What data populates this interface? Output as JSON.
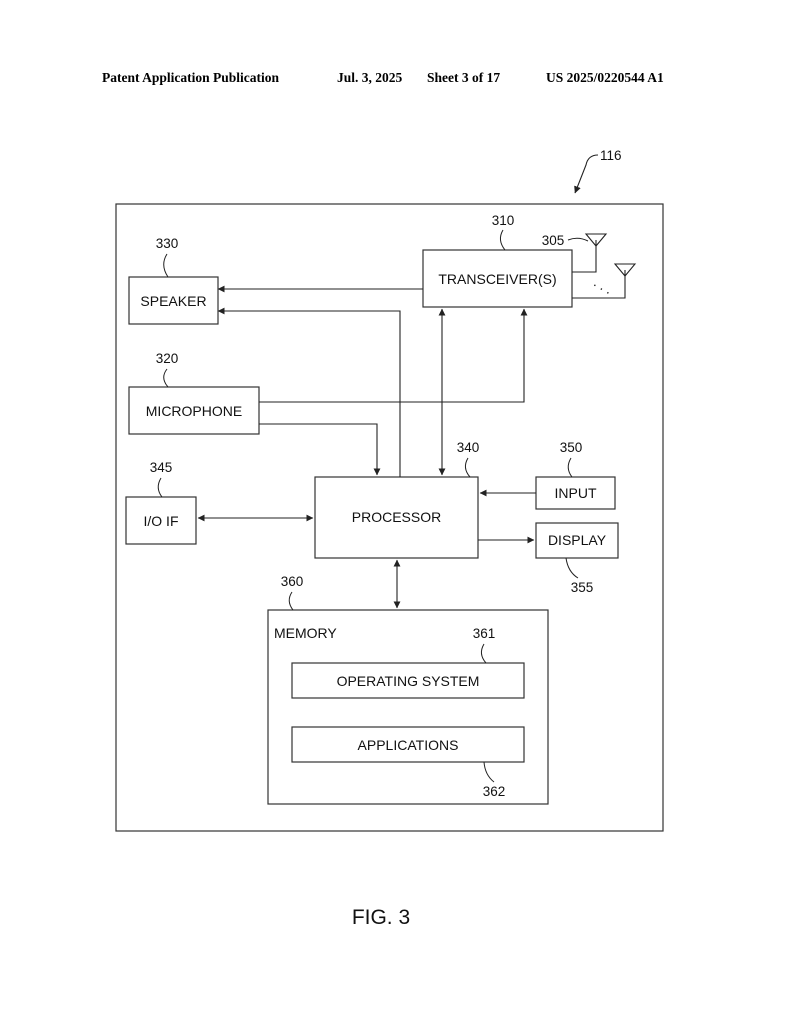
{
  "header": {
    "publication": "Patent Application Publication",
    "date": "Jul. 3, 2025",
    "sheet": "Sheet 3 of 17",
    "number": "US 2025/0220544 A1"
  },
  "figure": {
    "caption": "FIG. 3"
  },
  "device": {
    "ref": "116"
  },
  "blocks": {
    "speaker": {
      "label": "SPEAKER",
      "ref": "330"
    },
    "transceiver": {
      "label": "TRANSCEIVER(S)",
      "ref": "310"
    },
    "antenna": {
      "ref": "305",
      "ellipsis": ". . ."
    },
    "microphone": {
      "label": "MICROPHONE",
      "ref": "320"
    },
    "io_if": {
      "label": "I/O IF",
      "ref": "345"
    },
    "processor": {
      "label": "PROCESSOR",
      "ref": "340"
    },
    "input": {
      "label": "INPUT",
      "ref": "350"
    },
    "display": {
      "label": "DISPLAY",
      "ref": "355"
    },
    "memory": {
      "label": "MEMORY",
      "ref": "360"
    },
    "operating_system": {
      "label": "OPERATING SYSTEM",
      "ref": "361"
    },
    "applications": {
      "label": "APPLICATIONS",
      "ref": "362"
    }
  }
}
